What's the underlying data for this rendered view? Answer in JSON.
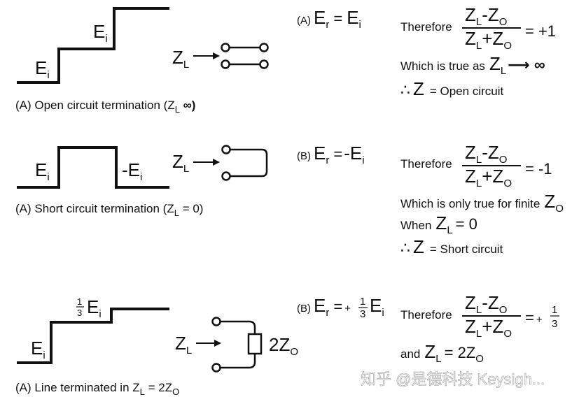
{
  "rows": [
    {
      "caption": {
        "prefix": "(A) Open circuit termination (Z",
        "sub": "L",
        "suffix": " ∞)"
      },
      "step_low": {
        "main": "E",
        "sub": "i"
      },
      "step_high": {
        "main": "E",
        "sub": "i"
      },
      "zl": {
        "main": "Z",
        "sub": "L"
      },
      "reflection": {
        "tag": "(A)",
        "lhs_main": "E",
        "lhs_sub": "r",
        "eq": "=",
        "rhs_main": "E",
        "rhs_sub": "i"
      },
      "therefore": "Therefore",
      "frac_num": {
        "a": "Z",
        "a_sub": "L",
        "op": "-",
        "b": "Z",
        "b_sub": "O"
      },
      "frac_den": {
        "a": "Z",
        "a_sub": "L",
        "op": "+",
        "b": "Z",
        "b_sub": "O"
      },
      "result": "= +1",
      "line2": {
        "text": "Which is true as",
        "z": "Z",
        "z_sub": "L",
        "tail": "⟶ ∞"
      },
      "line3": {
        "sym": "∴",
        "z": "Z",
        "text": "= Open circuit"
      }
    },
    {
      "caption": {
        "prefix": "(A) Short circuit termination (Z",
        "sub": "L",
        "suffix": " = 0)"
      },
      "step_low": {
        "main": "E",
        "sub": "i"
      },
      "step_neg": {
        "main": "-E",
        "sub": "i"
      },
      "zl": {
        "main": "Z",
        "sub": "L"
      },
      "reflection": {
        "tag": "(B)",
        "lhs_main": "E",
        "lhs_sub": "r",
        "eq": "=",
        "rhs_main": "-E",
        "rhs_sub": "i"
      },
      "therefore": "Therefore",
      "frac_num": {
        "a": "Z",
        "a_sub": "L",
        "op": "-",
        "b": "Z",
        "b_sub": "O"
      },
      "frac_den": {
        "a": "Z",
        "a_sub": "L",
        "op": "+",
        "b": "Z",
        "b_sub": "O"
      },
      "result": "= -1",
      "line2": {
        "text": "Which is only true for finite",
        "z": "Z",
        "z_sub": "O"
      },
      "line2b": {
        "text": "When",
        "z": "Z",
        "z_sub": "L",
        "tail": "= 0"
      },
      "line3": {
        "sym": "∴",
        "z": "Z",
        "text": "= Short circuit"
      }
    },
    {
      "caption": {
        "prefix": "(A) Line terminated in Z",
        "sub": "L",
        "suffix": " = 2Z",
        "sub2": "O"
      },
      "step_low": {
        "main": "E",
        "sub": "i"
      },
      "step_mid": {
        "num": "1",
        "den": "3",
        "main": "E",
        "sub": "i"
      },
      "zl": {
        "main": "Z",
        "sub": "L"
      },
      "resistor": {
        "main": "2Z",
        "sub": "O"
      },
      "reflection": {
        "tag": "(B)",
        "lhs_main": "E",
        "lhs_sub": "r",
        "eq": "=",
        "plus": "+",
        "num": "1",
        "den": "3",
        "rhs_main": "E",
        "rhs_sub": "i"
      },
      "therefore": "Therefore",
      "frac_num": {
        "a": "Z",
        "a_sub": "L",
        "op": "-",
        "b": "Z",
        "b_sub": "O"
      },
      "frac_den": {
        "a": "Z",
        "a_sub": "L",
        "op": "+",
        "b": "Z",
        "b_sub": "O"
      },
      "result": {
        "eq": "=",
        "plus": "+",
        "num": "1",
        "den": "3"
      },
      "line2": {
        "text": "and",
        "z": "Z",
        "z_sub": "L",
        "tail": "= 2Z",
        "tail_sub": "O"
      }
    }
  ],
  "watermark": "知乎 @是德科技 Keysigh..."
}
